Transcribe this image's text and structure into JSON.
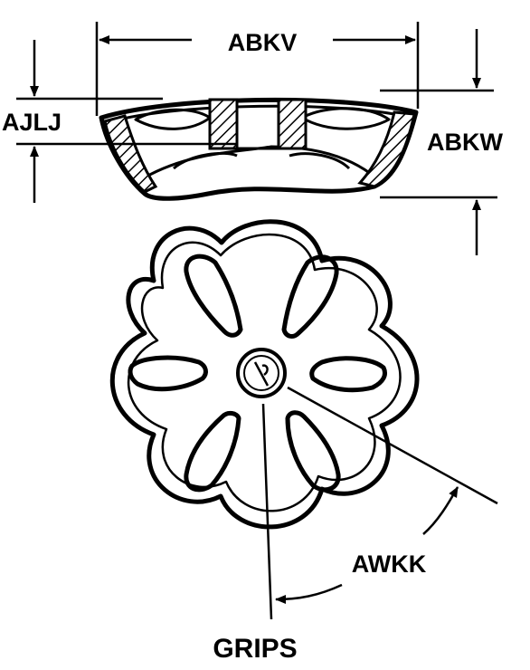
{
  "labels": {
    "width": "ABKV",
    "height": "ABKW",
    "thickness": "AJLJ",
    "angle": "AWKK",
    "grips": "GRIPS"
  },
  "colors": {
    "ink": "#000000",
    "paper": "#ffffff"
  }
}
